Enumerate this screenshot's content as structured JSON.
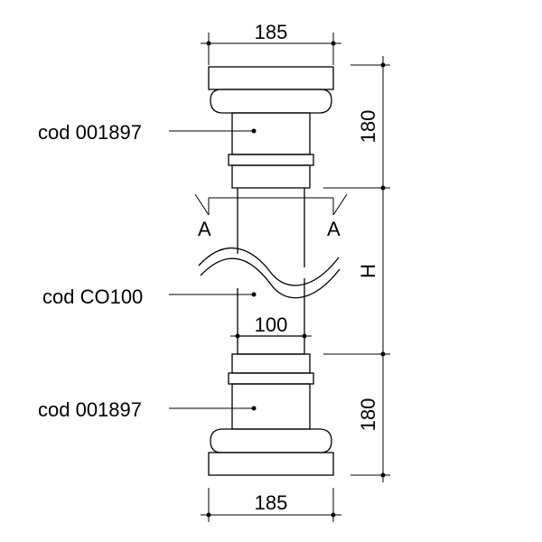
{
  "dimensions": {
    "top_width": "185",
    "bottom_width": "185",
    "shaft_width": "100",
    "top_height": "180",
    "bottom_height": "180",
    "shaft_height": "H"
  },
  "section_marks": {
    "left": "A",
    "right": "A"
  },
  "callouts": {
    "top_capital": "cod 001897",
    "shaft": "cod CO100",
    "bottom_base": "cod 001897"
  }
}
